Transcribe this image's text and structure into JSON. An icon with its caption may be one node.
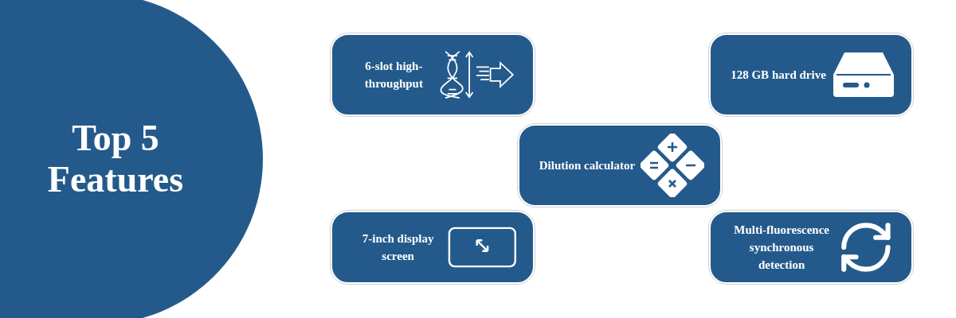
{
  "diagram": {
    "nodes": [
      {
        "text": [
          "Top 5 Features"
        ]
      },
      {
        "text": [
          "6-slot high-throughput"
        ]
      },
      {
        "text": [
          "128 GB hard drive"
        ]
      },
      {
        "text": [
          "Dilution calculator"
        ]
      },
      {
        "text": [
          "7-inch display screen"
        ]
      },
      {
        "text": [
          "Multi-fluorescence synchronous detection"
        ]
      }
    ]
  }
}
